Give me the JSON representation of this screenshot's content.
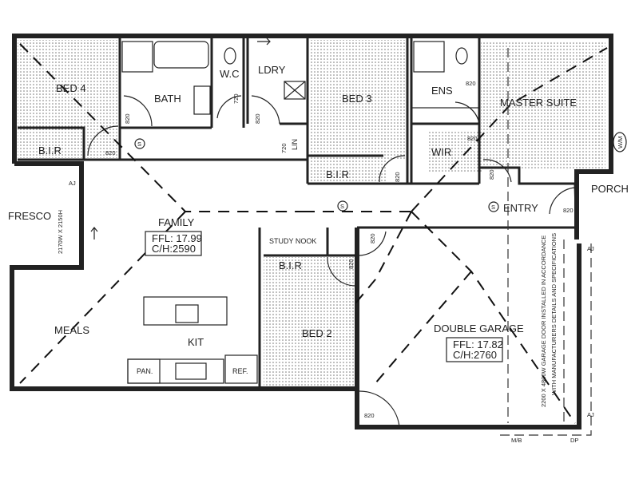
{
  "rooms": {
    "bed4": "BED 4",
    "bed4_bir": "B.I.R",
    "bath": "BATH",
    "wc": "W.C",
    "ldry": "LDRY",
    "lin": "LIN",
    "bed3": "BED 3",
    "bed3_bir": "B.I.R",
    "ens": "ENS",
    "wir": "WIR",
    "master": "MASTER SUITE",
    "porch": "PORCH",
    "entry": "ENTRY",
    "alfresco": "FRESCO",
    "family": "FAMILY",
    "study": "STUDY NOOK",
    "bed2_bir": "B.I.R",
    "bed2": "BED 2",
    "meals": "MEALS",
    "kit": "KIT",
    "pantry": "PAN.",
    "fridge": "REF.",
    "garage": "DOUBLE GARAGE"
  },
  "levels": {
    "family_ffl": "FFL: 17.99",
    "family_ch": "C/H:2590",
    "garage_ffl": "FFL: 17.82",
    "garage_ch": "C/H:2760"
  },
  "dimensions": {
    "door_820": "820",
    "door_720": "720",
    "alfresco_opening": "2170W X 2150H"
  },
  "notes": {
    "garage_door_1": "2200 X 4800W GARAGE DOOR INSTALLED IN ACCORDANCE",
    "garage_door_2": "WITH MANUFACTURERS DETAILS AND SPECIFICATIONS",
    "aj": "AJ",
    "mb": "M/B",
    "dp": "DP",
    "smoke": "S",
    "wm": "W/M"
  }
}
